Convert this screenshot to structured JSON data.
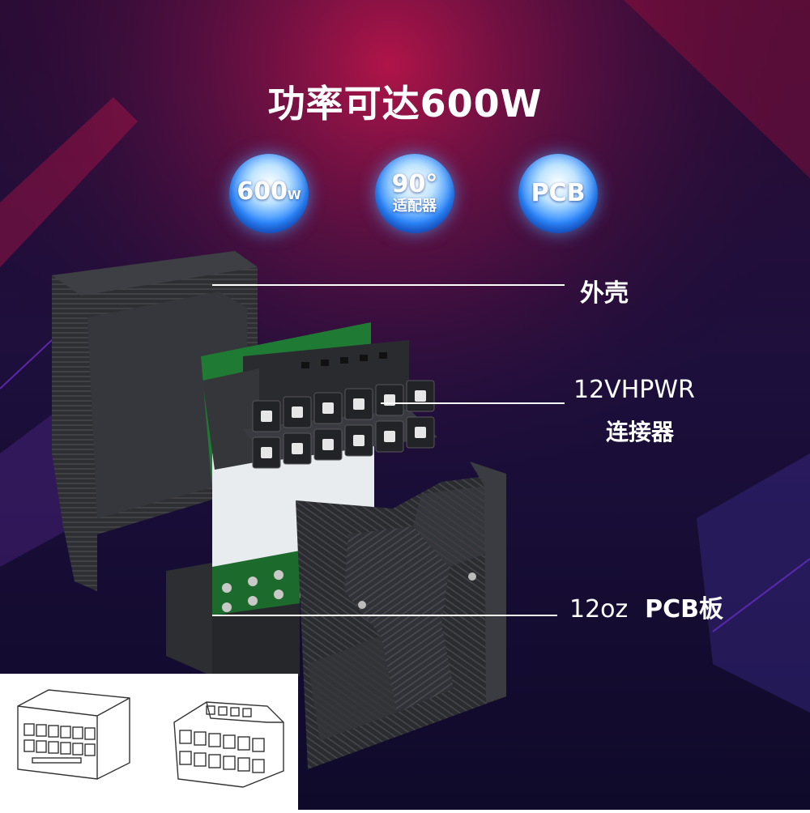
{
  "title": "功率可达600W",
  "badges": [
    {
      "main": "600",
      "unit": "W",
      "sub": ""
    },
    {
      "main": "90°",
      "unit": "",
      "sub": "适配器"
    },
    {
      "main": "PCB",
      "unit": "",
      "sub": ""
    }
  ],
  "callouts": {
    "shell": "外壳",
    "connector_line1": "12VHPWR",
    "connector_line2": "连接器",
    "pcb_thickness": "12oz",
    "pcb_board": "PCB板"
  },
  "colors": {
    "bg_dark": "#140a2e",
    "bg_magenta": "#b0123e",
    "badge_blue": "#2f8bff",
    "pcb_green": "#1c6b2c",
    "case_dark": "#2c2d30"
  }
}
